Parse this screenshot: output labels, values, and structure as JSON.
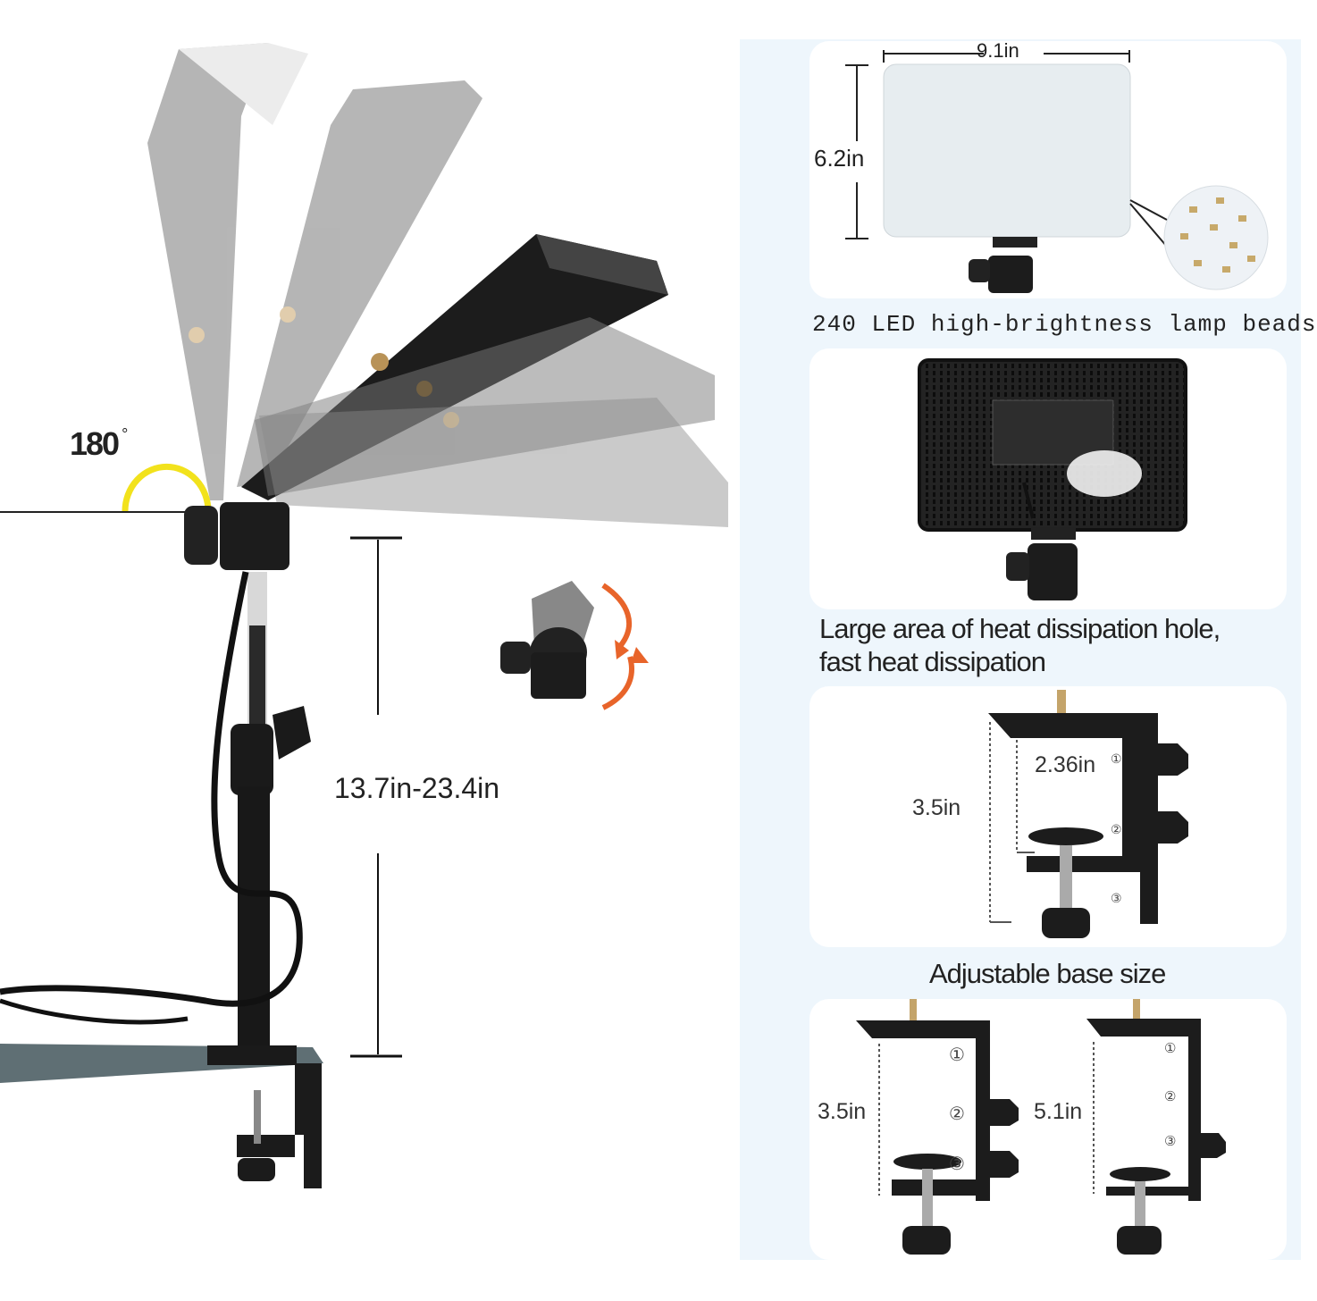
{
  "left_panel": {
    "angle_label": "180",
    "angle_unit": "°",
    "height_label": "13.7in-23.4in"
  },
  "panel_card": {
    "width_label": "9.1in",
    "height_label": "6.2in"
  },
  "led_caption": "240 LED high-brightness lamp beads",
  "heat_caption": {
    "line1": "Large area of heat dissipation hole,",
    "line2": "fast heat dissipation"
  },
  "clamp_card": {
    "height_label": "3.5in",
    "inner_label": "2.36in",
    "markers": [
      "①",
      "②",
      "③"
    ]
  },
  "base_caption": "Adjustable base size",
  "base_card": {
    "left_label": "3.5in",
    "right_label": "5.1in",
    "markers": [
      "①",
      "②",
      "③"
    ]
  },
  "colors": {
    "accent_yellow": "#f2e21c",
    "arrow_orange": "#e8642a",
    "panel_bg": "#eef6fc",
    "hardware_black": "#1c1c1c"
  }
}
